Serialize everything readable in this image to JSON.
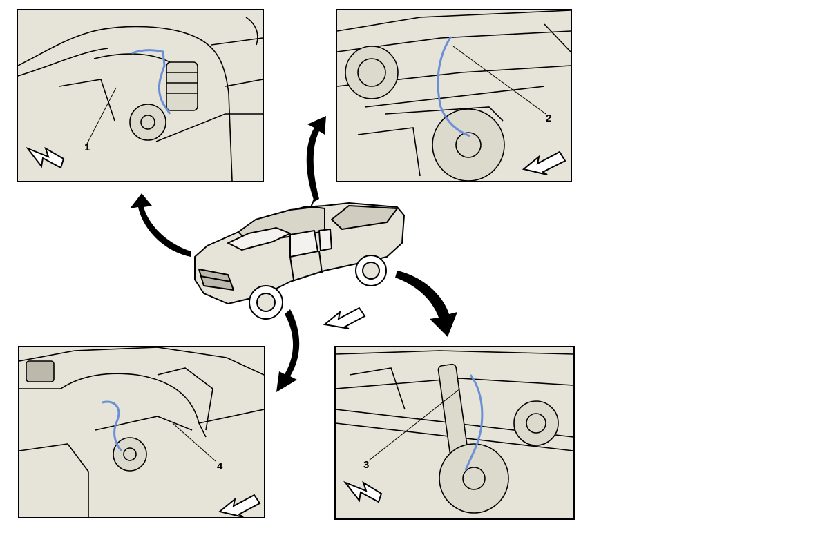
{
  "callouts": {
    "c1": "1",
    "c2": "2",
    "c3": "3",
    "c4": "4"
  },
  "colors": {
    "panel_fill": "#e6e3d8",
    "sensor_wire": "#6b8fd6",
    "line": "#000000"
  },
  "panels": [
    {
      "name": "front-left-wheel-sensor-view",
      "callout_key": "c1"
    },
    {
      "name": "rear-left-wheel-sensor-view",
      "callout_key": "c2"
    },
    {
      "name": "rear-right-wheel-sensor-view",
      "callout_key": "c3"
    },
    {
      "name": "front-right-wheel-sensor-view",
      "callout_key": "c4"
    }
  ],
  "icons": [
    "direction-arrow-icon",
    "pointer-arrow-icon",
    "pickup-truck-icon"
  ]
}
